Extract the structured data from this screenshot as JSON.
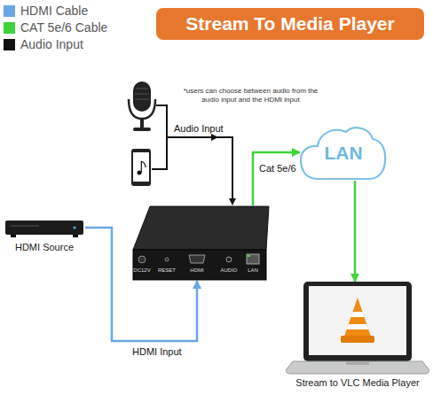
{
  "diagram": {
    "title": "Stream To Media Player",
    "nodes": [
      {
        "text": [
          "HDMI Source"
        ]
      },
      {
        "text": [
          "DC12V",
          "RESET",
          "HDMI",
          "AUDIO",
          "LAN"
        ]
      },
      {
        "text": [
          "LAN"
        ]
      },
      {
        "text": [
          "Stream to VLC Media Player"
        ]
      }
    ],
    "edges": [
      {
        "from": 0,
        "to": 1,
        "label": "HDMI Input",
        "arrow": "to"
      },
      {
        "from": 1,
        "to": 2,
        "label": "Cat 5e/6",
        "arrow": "to"
      },
      {
        "from": 2,
        "to": 3,
        "arrow": "to"
      }
    ],
    "labels": [
      "*users can choose between audio from the audio input and the HDMI input",
      "Audio Input"
    ],
    "legend": [
      {
        "text": "HDMI Cable",
        "color": "#6aa7e6"
      },
      {
        "text": "CAT 5e/6 Cable",
        "color": "#3ed33a"
      },
      {
        "text": "Audio Input",
        "color": "#111111"
      }
    ]
  }
}
